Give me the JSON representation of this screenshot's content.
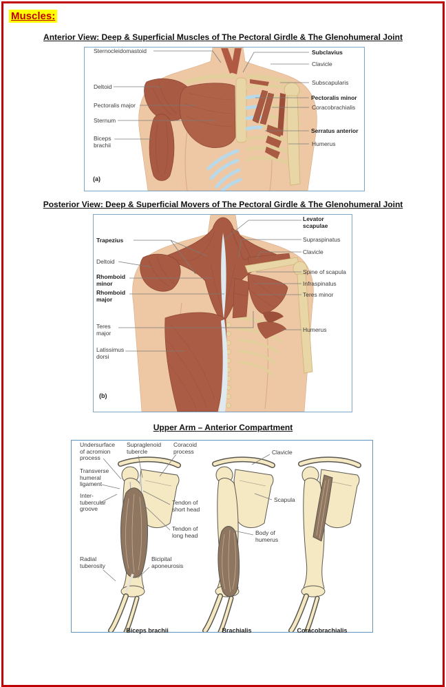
{
  "page": {
    "heading": "Muscles:"
  },
  "colors": {
    "page_border": "#c00000",
    "heading_highlight": "#ffff00",
    "heading_text": "#c00000",
    "figure_border": "#7da6c6",
    "muscle_red": "#a85a42",
    "bone_cream": "#e8d6a6",
    "cartilage_blue": "#b7d9e9"
  },
  "sections": [
    {
      "title": "Anterior View: Deep & Superficial Muscles of The Pectoral Girdle & The Glenohumeral Joint",
      "panel": "(a)",
      "labels": {
        "sternocleidomastoid": "Sternocleidomastoid",
        "deltoid": "Deltoid",
        "pectoralis_major": "Pectoralis major",
        "sternum": "Sternum",
        "biceps_brachii": "Biceps\nbrachii",
        "subclavius": "Subclavius",
        "clavicle": "Clavicle",
        "subscapularis": "Subscapularis",
        "pectoralis_minor": "Pectoralis minor",
        "coracobrachialis": "Coracobrachialis",
        "serratus_anterior": "Serratus anterior",
        "humerus": "Humerus"
      }
    },
    {
      "title": "Posterior View: Deep & Superficial Movers of The Pectoral Girdle & The Glenohumeral Joint",
      "panel": "(b)",
      "labels": {
        "trapezius": "Trapezius",
        "deltoid": "Deltoid",
        "rhomboid_minor": "Rhomboid\nminor",
        "rhomboid_major": "Rhomboid\nmajor",
        "teres_major": "Teres\nmajor",
        "latissimus_dorsi": "Latissimus\ndorsi",
        "levator_scapulae": "Levator\nscapulae",
        "supraspinatus": "Supraspinatus",
        "clavicle": "Clavicle",
        "spine_of_scapula": "Spine of scapula",
        "infraspinatus": "Infraspinatus",
        "teres_minor": "Teres minor",
        "humerus": "Humerus"
      }
    },
    {
      "title": "Upper Arm – Anterior Compartment",
      "labels": {
        "undersurface_acromion": "Undersurface\nof acromion\nprocess",
        "supraglenoid_tubercle": "Supraglenoid\ntubercle",
        "coracoid_process": "Coracoid\nprocess",
        "clavicle": "Clavicle",
        "transverse_humeral_ligament": "Transverse\nhumeral\nligament",
        "intertubercular_groove": "Inter-\ntubercular\ngroove",
        "scapula": "Scapula",
        "tendon_short_head": "Tendon of\nshort head",
        "tendon_long_head": "Tendon of\nlong head",
        "body_of_humerus": "Body of\nhumerus",
        "radial_tuberosity": "Radial\ntuberosity",
        "bicipital_aponeurosis": "Bicipital\naponeurosis"
      },
      "captions": [
        "Biceps brachii",
        "Brachialis",
        "Coracobrachialis"
      ]
    }
  ]
}
